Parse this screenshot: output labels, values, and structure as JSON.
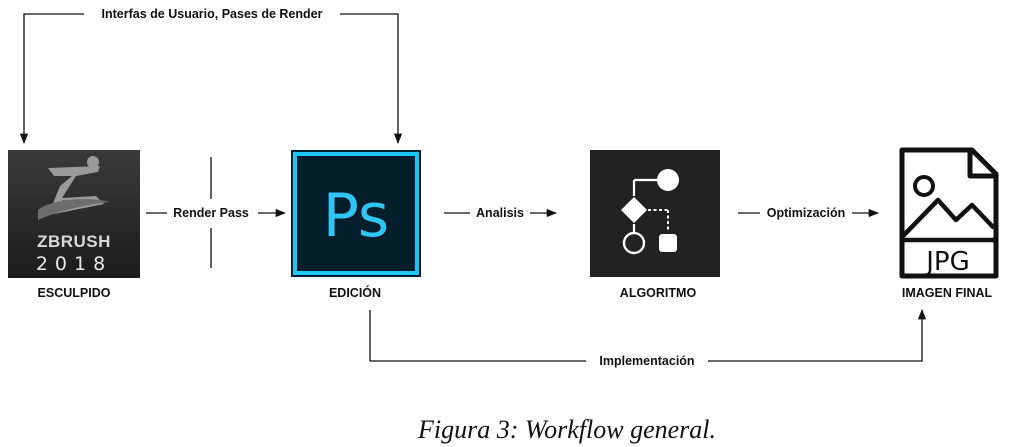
{
  "nodes": {
    "zbrush": {
      "label": "ESCULPIDO",
      "logo_text": "ZBRUSH",
      "version": "2018"
    },
    "photoshop": {
      "label": "EDICIÓN",
      "logo_text": "Ps"
    },
    "algoritmo": {
      "label": "ALGORITMO"
    },
    "imagen": {
      "label": "IMAGEN FINAL",
      "file_type": "JPG"
    }
  },
  "edges": {
    "top_loop": "Interfas de Usuario, Pases de Render",
    "render_pass": "Render Pass",
    "analisis": "Analisis",
    "optimizacion": "Optimización",
    "implementacion": "Implementación"
  },
  "caption": "Figura 3: Workflow general.",
  "colors": {
    "ps_bg": "#041f2b",
    "ps_border": "#1ec6f7",
    "ps_text": "#31c5f4",
    "zbrush_bg": "#2b2b2b",
    "algo_bg": "#222222"
  }
}
